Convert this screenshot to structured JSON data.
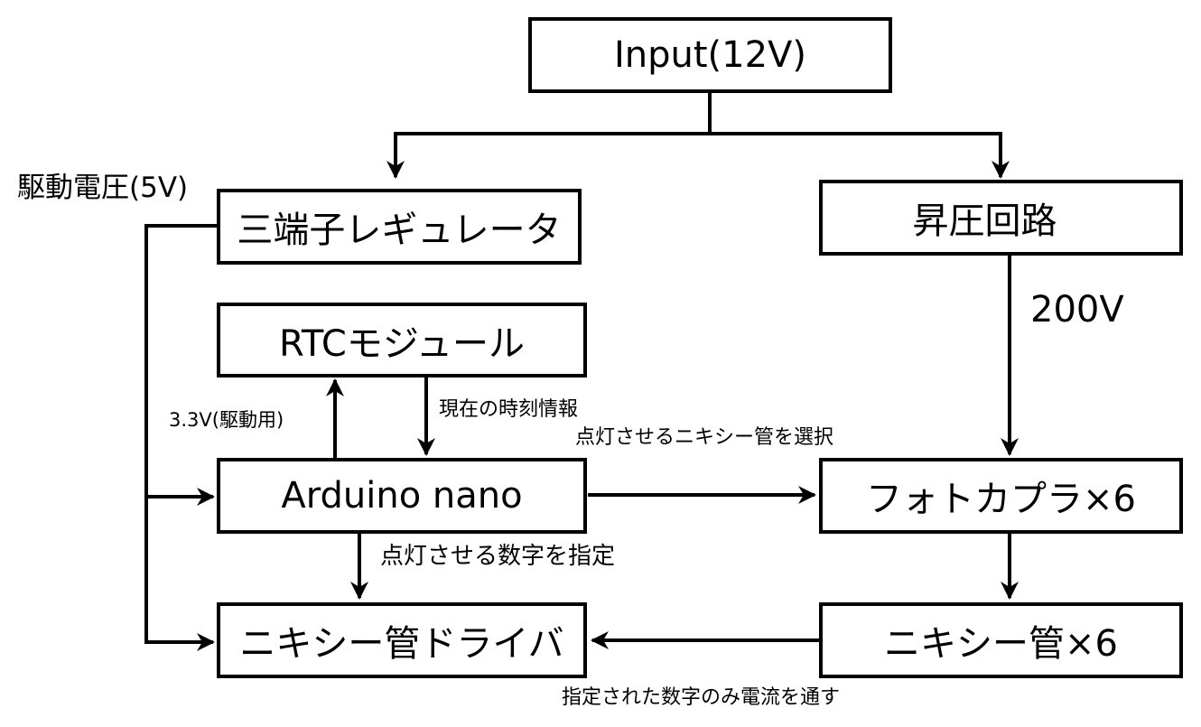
{
  "nodes": {
    "input": "Input(12V)",
    "regulator": "三端子レギュレータ",
    "booster": "昇圧回路",
    "rtc": "RTCモジュール",
    "arduino": "Arduino nano",
    "photocoupler": "フォトカプラ×6",
    "nixie_driver": "ニキシー管ドライバ",
    "nixie_tubes": "ニキシー管×6"
  },
  "labels": {
    "drive_voltage": "駆動電圧(5V)",
    "high_voltage": "200V",
    "rtc_supply": "3.3V(駆動用)",
    "current_time": "現在の時刻情報",
    "select_tube": "点灯させるニキシー管を選択",
    "specify_digit": "点灯させる数字を指定",
    "digit_current": "指定された数字のみ電流を通す"
  },
  "colors": {
    "stroke": "#000000",
    "background": "#ffffff"
  }
}
